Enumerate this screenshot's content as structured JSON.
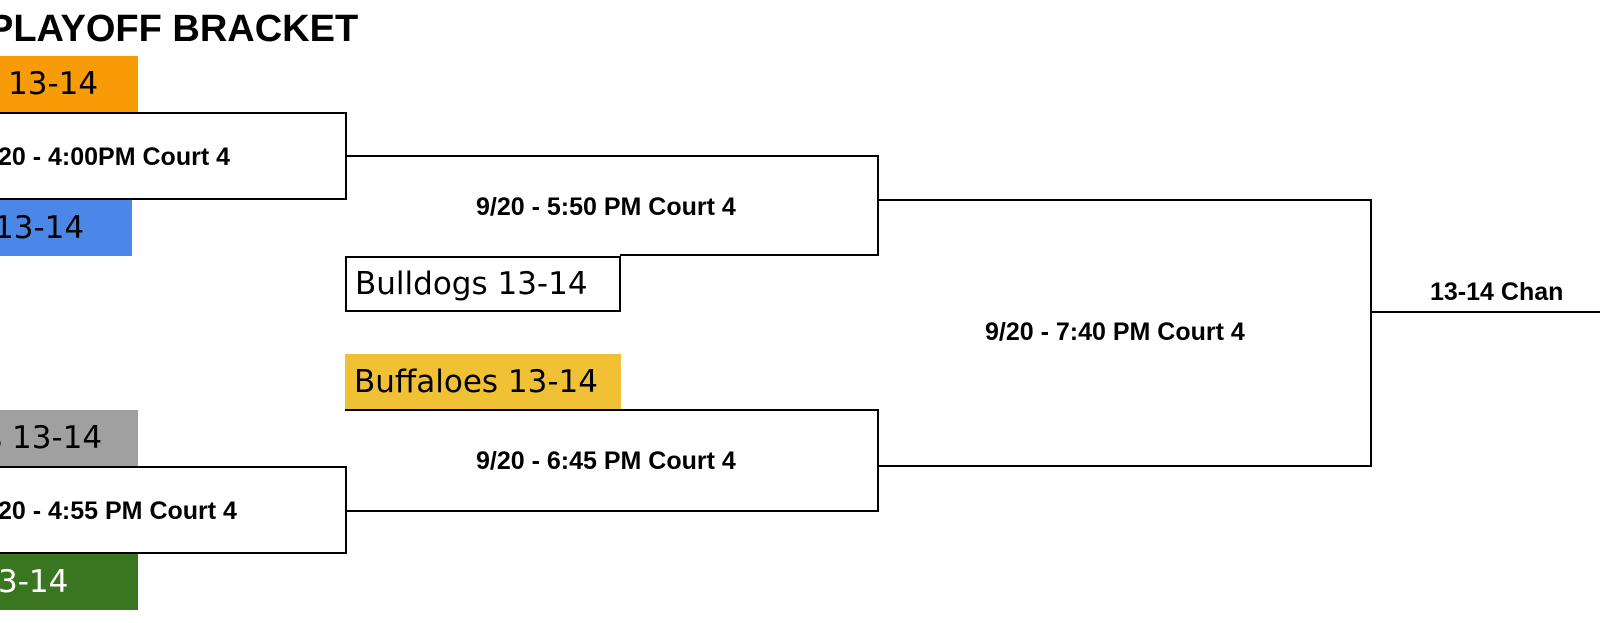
{
  "title": "PLAYOFF BRACKET",
  "colors": {
    "orange": "#f79c06",
    "blue": "#4b87e7",
    "gold": "#f0c035",
    "gray": "#a0a0a0",
    "green": "#3a7520"
  },
  "round1": {
    "team1": "13-14",
    "game1": "20 - 4:00PM Court 4",
    "team2": "13-14",
    "team3": "s 13-14",
    "game2": "20 - 4:55 PM Court 4",
    "team4": "3-14"
  },
  "round2": {
    "game1": "9/20 - 5:50 PM Court 4",
    "bye1": "Bulldogs 13-14",
    "bye2": "Buffaloes 13-14",
    "game2": "9/20 - 6:45 PM Court 4"
  },
  "final": {
    "game": "9/20 - 7:40 PM Court 4",
    "champion": "13-14 Chan"
  }
}
